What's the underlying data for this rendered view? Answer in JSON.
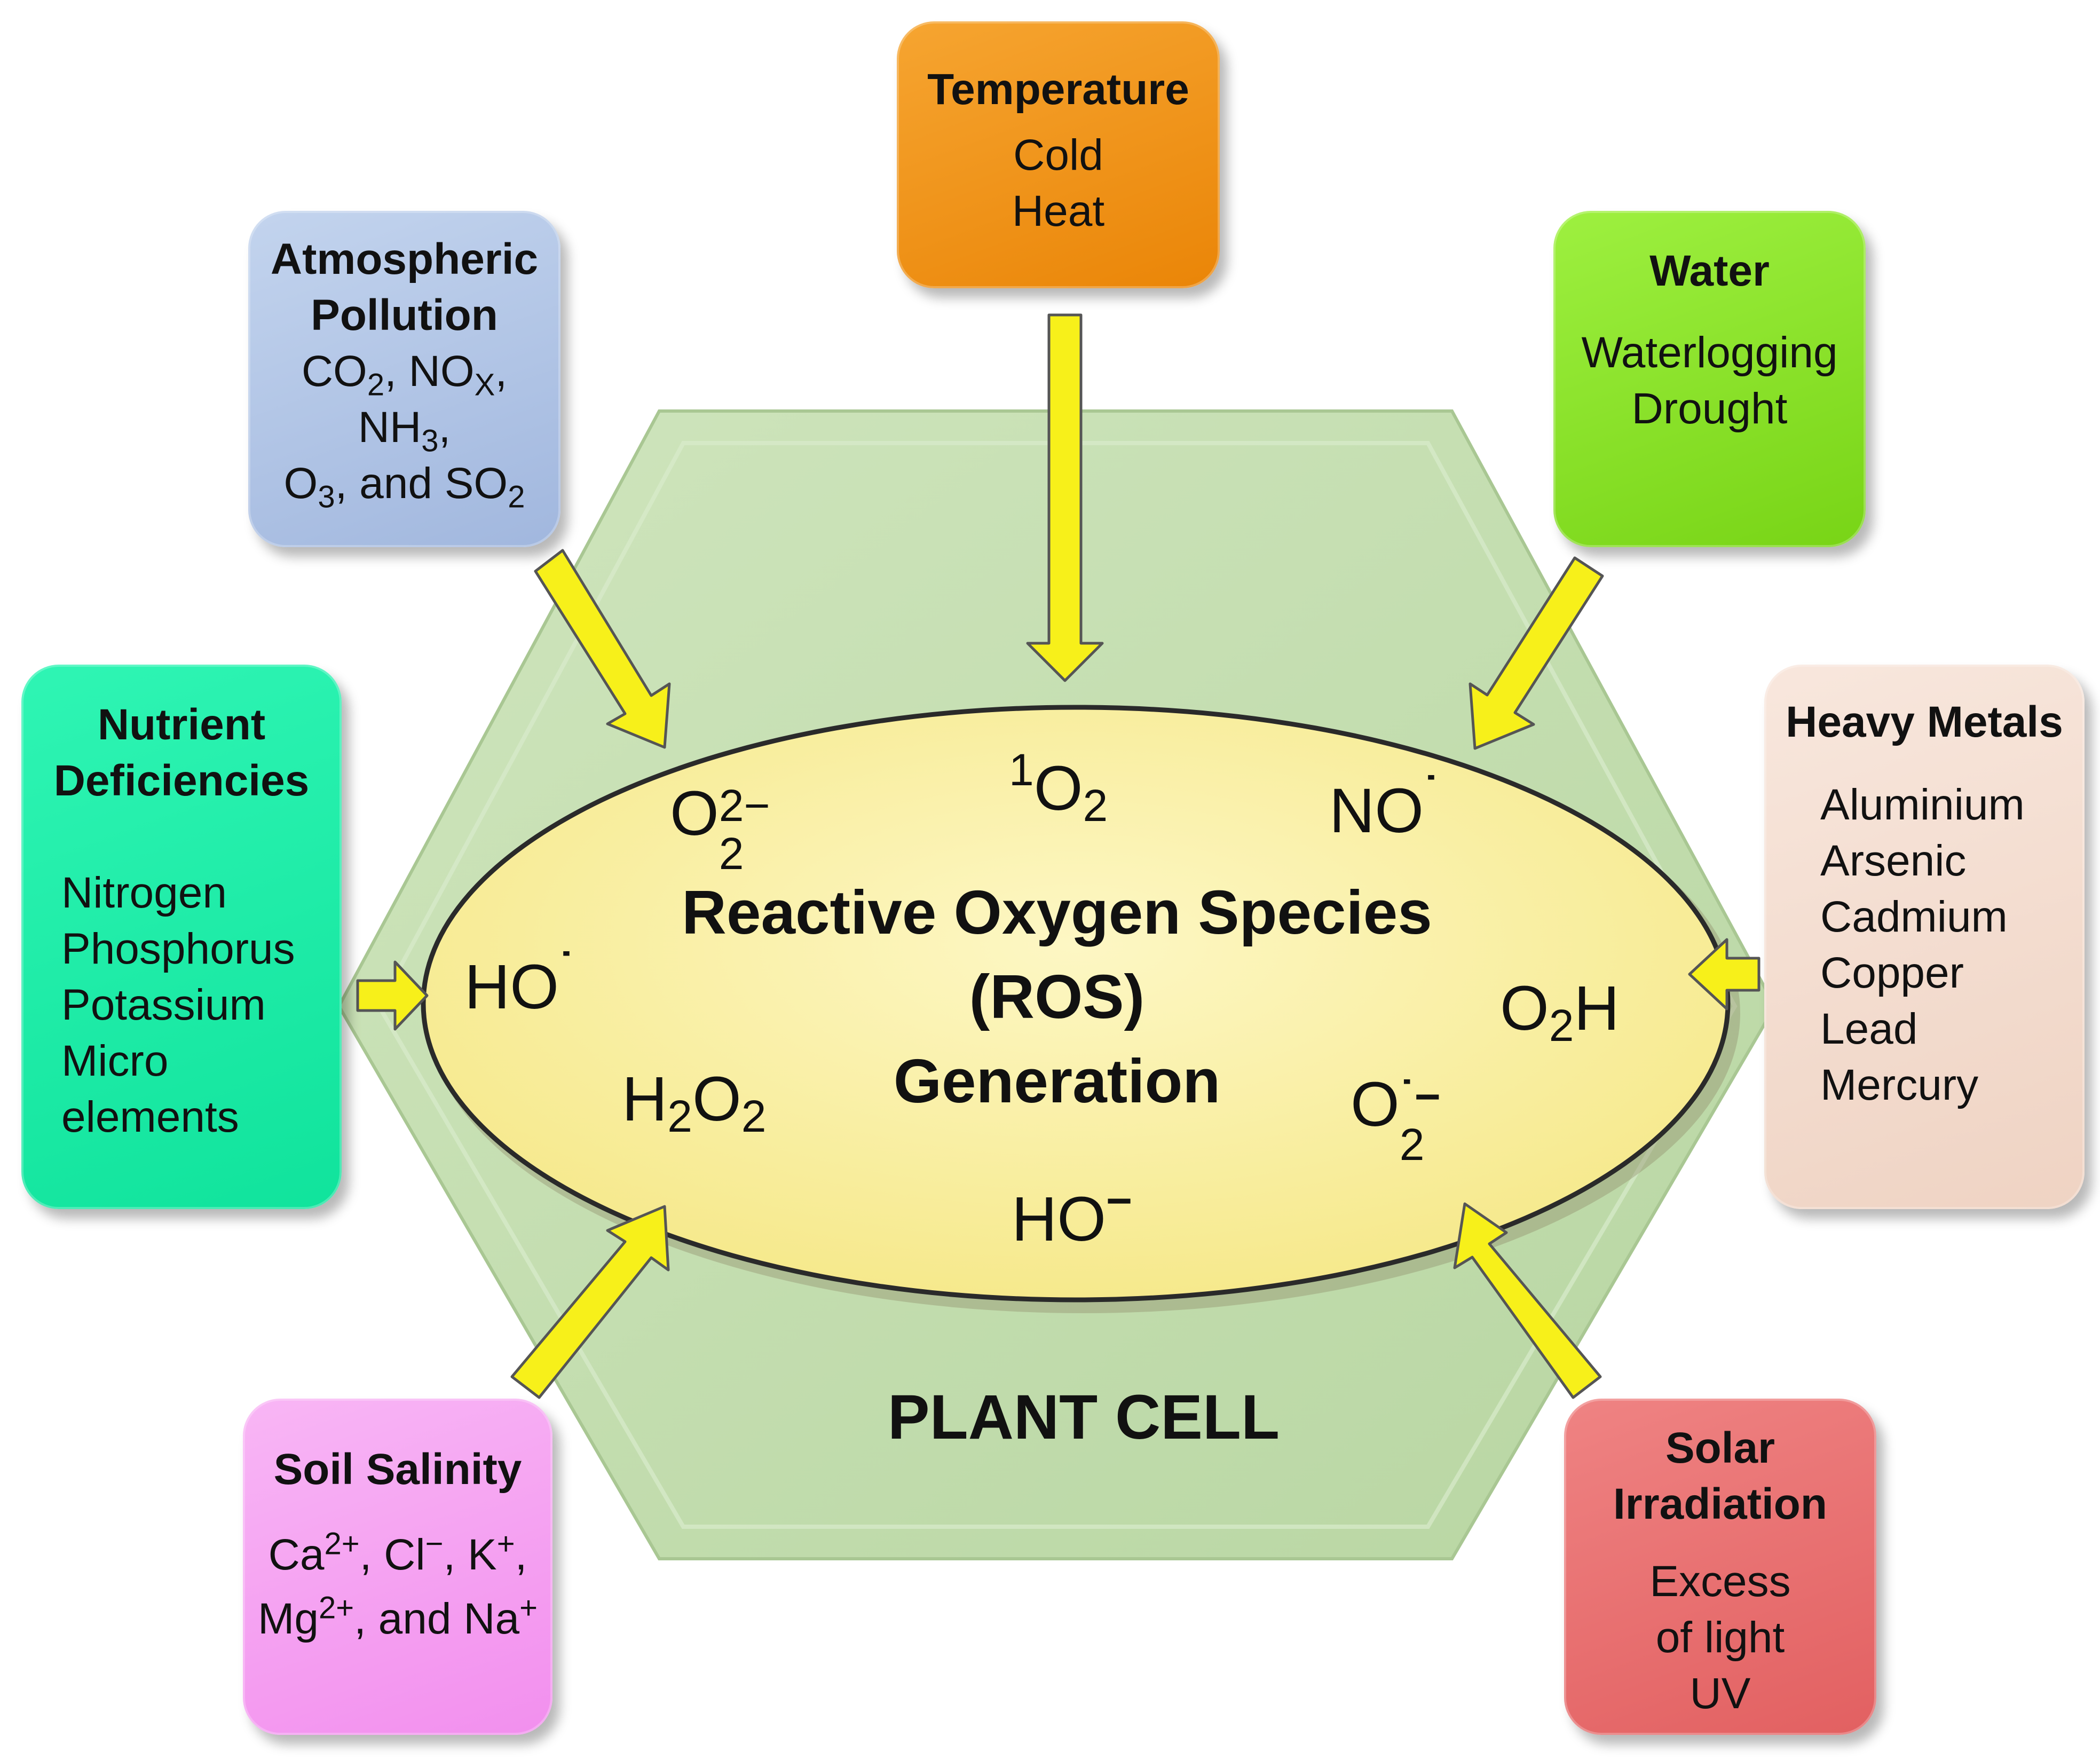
{
  "cell_label": "PLANT CELL",
  "center": {
    "title_line1": "Reactive Oxygen Species",
    "title_line2": "(ROS)",
    "title_line3": "Generation"
  },
  "species": {
    "superoxide": {
      "base": "O",
      "sub": "2",
      "sup": "2−"
    },
    "singlet_oxygen": {
      "pre": "1",
      "base": "O",
      "sub": "2"
    },
    "nitric_oxide": {
      "base": "NO",
      "sup": "˙"
    },
    "hydroxyl_radical": {
      "base": "HO",
      "sup": "˙"
    },
    "hydroperoxyl": {
      "base": "O",
      "sub": "2",
      "tail": "H"
    },
    "hydrogen_peroxide": {
      "h": "H",
      "h_sub": "2",
      "o": "O",
      "o_sub": "2"
    },
    "superoxide_radical": {
      "base": "O",
      "sub": "2",
      "sup": "˙−"
    },
    "hydroxide": {
      "base": "HO",
      "sup": "−"
    }
  },
  "stressors": {
    "temperature": {
      "title": "Temperature",
      "items": [
        "Cold",
        "Heat"
      ],
      "color": "#f0920f"
    },
    "atmospheric": {
      "title_line1": "Atmospheric",
      "title_line2": "Pollution",
      "co": "CO",
      "co_sub": "2",
      "sep1": ", NO",
      "nox_sub": "X",
      "comma1": ",",
      "nh": "NH",
      "nh_sub": "3",
      "comma2": ",",
      "o": "O",
      "o_sub": "3",
      "and_so": ", and SO",
      "so_sub": "2",
      "color": "#aec3e4"
    },
    "water": {
      "title": "Water",
      "items": [
        "Waterlogging",
        "Drought"
      ],
      "color": "#8ce62a"
    },
    "nutrient": {
      "title_line1": "Nutrient",
      "title_line2": "Deficiencies",
      "items": [
        "Nitrogen",
        "Phosphorus",
        "Potassium",
        "Micro",
        "elements"
      ],
      "color": "#1ff0a8"
    },
    "heavy_metals": {
      "title": "Heavy Metals",
      "items": [
        "Aluminium",
        "Arsenic",
        "Cadmium",
        "Copper",
        "Lead",
        "Mercury"
      ],
      "color": "#f4ddd0"
    },
    "soil_salinity": {
      "title": "Soil Salinity",
      "ca": "Ca",
      "ca_sup": "2+",
      "cl": ", Cl",
      "cl_sup": "−",
      "k": ", K",
      "k_sup": "+",
      "comma": ",",
      "mg": "Mg",
      "mg_sup": "2+",
      "and_na": ", and Na",
      "na_sup": "+",
      "color": "#f5a3f2"
    },
    "solar": {
      "title_line1": "Solar",
      "title_line2": "Irradiation",
      "items": [
        "Excess",
        "of light",
        "UV"
      ],
      "color": "#ea7374"
    }
  },
  "colors": {
    "hexagon": "#c2dcae",
    "ellipse": "#faf0a5",
    "arrow": "#f7f01a"
  }
}
